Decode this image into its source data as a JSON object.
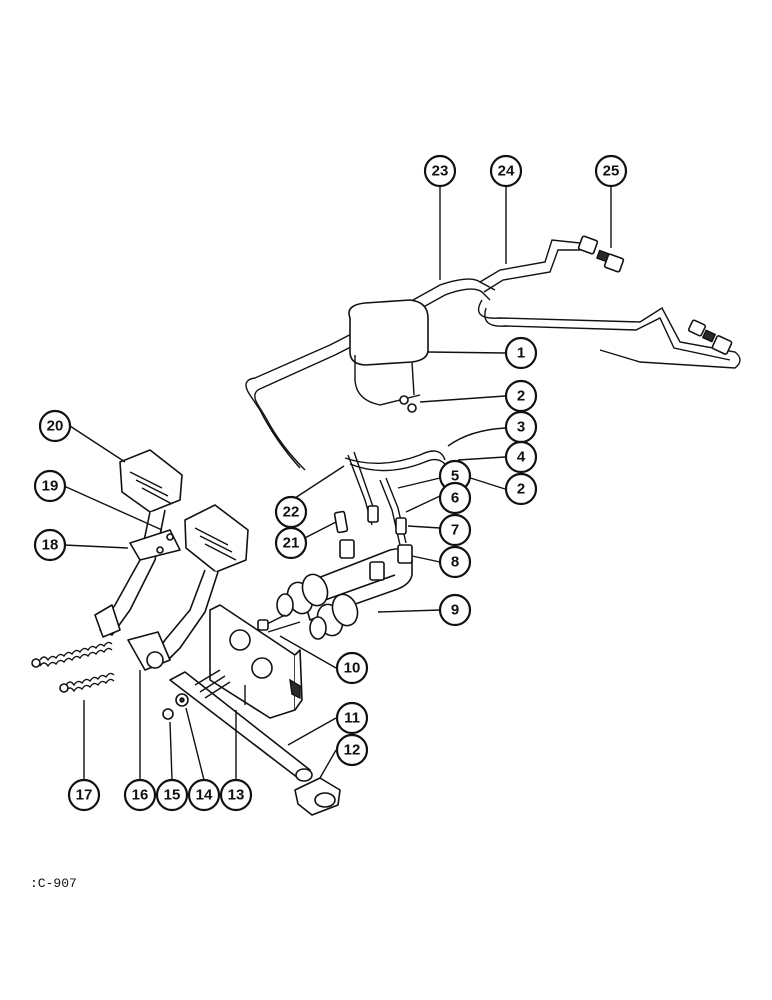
{
  "figure": {
    "code": ":C-907"
  },
  "callouts": [
    {
      "id": "c1",
      "label": "1"
    },
    {
      "id": "c2a",
      "label": "2"
    },
    {
      "id": "c3",
      "label": "3"
    },
    {
      "id": "c4",
      "label": "4"
    },
    {
      "id": "c2b",
      "label": "2"
    },
    {
      "id": "c5",
      "label": "5"
    },
    {
      "id": "c6",
      "label": "6"
    },
    {
      "id": "c7",
      "label": "7"
    },
    {
      "id": "c8",
      "label": "8"
    },
    {
      "id": "c9",
      "label": "9"
    },
    {
      "id": "c10",
      "label": "10"
    },
    {
      "id": "c11",
      "label": "11"
    },
    {
      "id": "c12",
      "label": "12"
    },
    {
      "id": "c13",
      "label": "13"
    },
    {
      "id": "c14",
      "label": "14"
    },
    {
      "id": "c15",
      "label": "15"
    },
    {
      "id": "c16",
      "label": "16"
    },
    {
      "id": "c17",
      "label": "17"
    },
    {
      "id": "c18",
      "label": "18"
    },
    {
      "id": "c19",
      "label": "19"
    },
    {
      "id": "c20",
      "label": "20"
    },
    {
      "id": "c21",
      "label": "21"
    },
    {
      "id": "c22",
      "label": "22"
    },
    {
      "id": "c23",
      "label": "23"
    },
    {
      "id": "c24",
      "label": "24"
    },
    {
      "id": "c25",
      "label": "25"
    }
  ]
}
